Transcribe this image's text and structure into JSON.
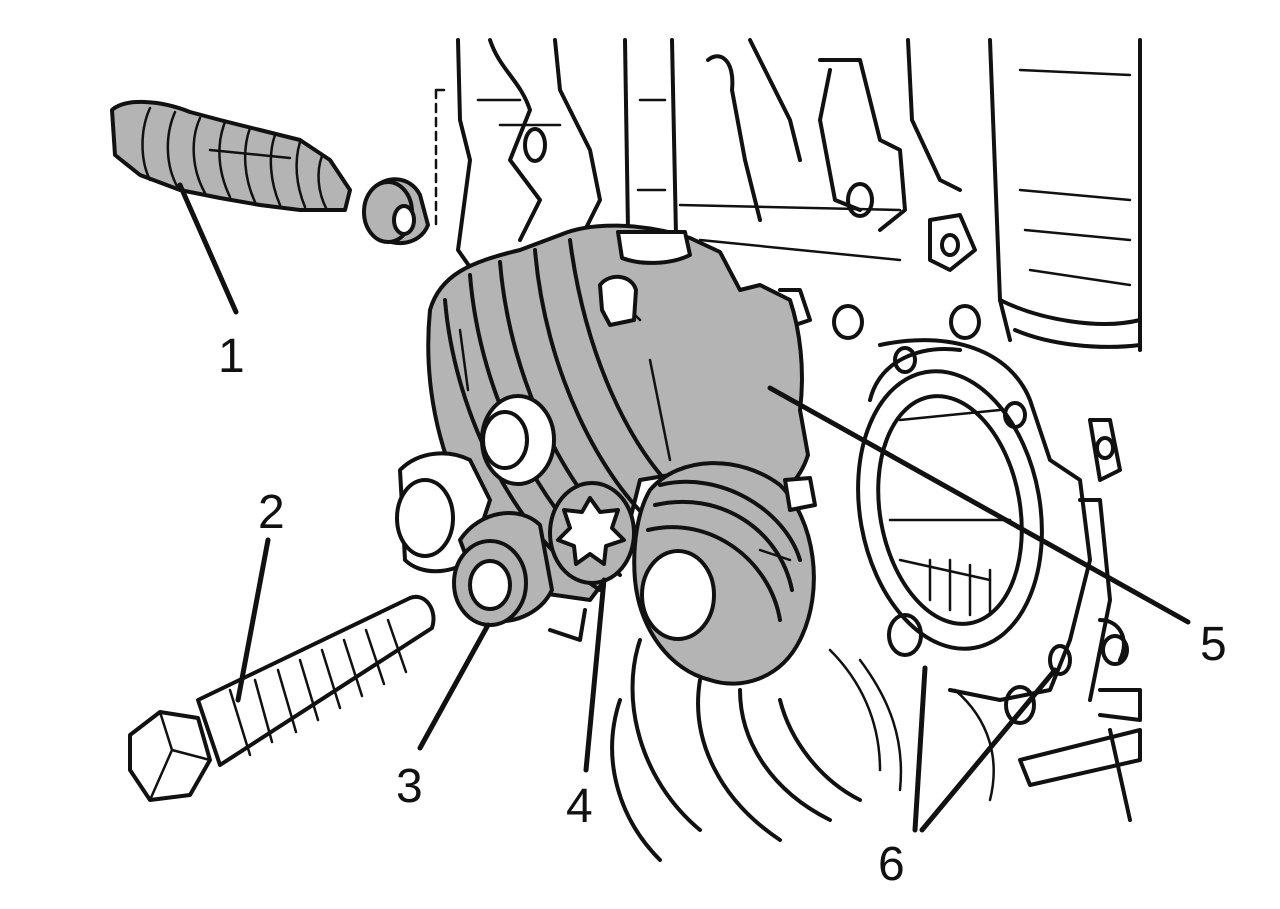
{
  "callouts": {
    "c1": "1",
    "c2": "2",
    "c3": "3",
    "c4": "4",
    "c5": "5",
    "c6": "6"
  },
  "colors": {
    "ink": "#111111",
    "shade": "#b4b4b4",
    "paper": "#ffffff"
  }
}
